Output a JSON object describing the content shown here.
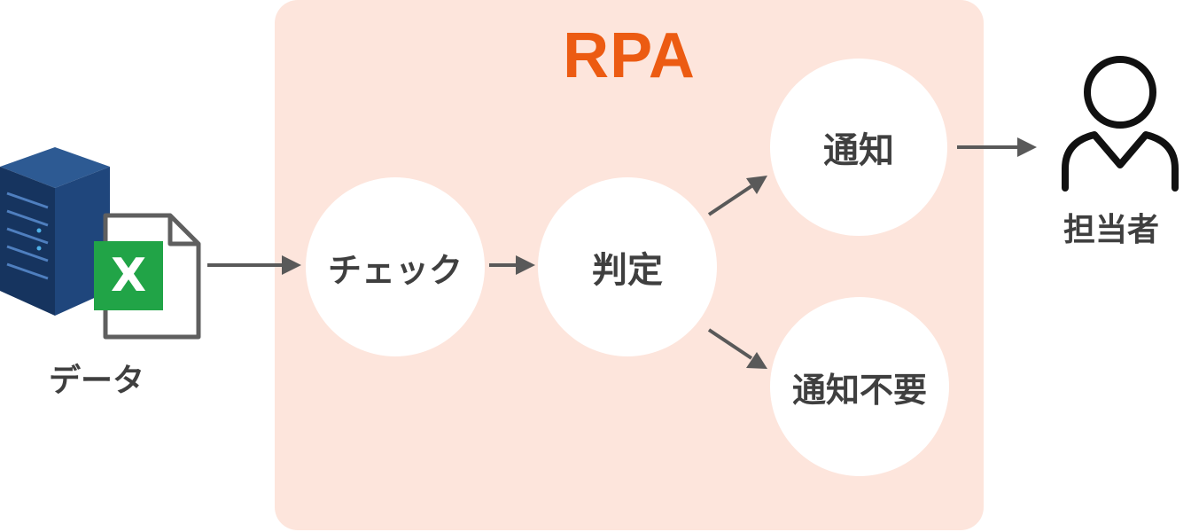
{
  "diagram": {
    "panel_title": "RPA",
    "nodes": {
      "check": "チェック",
      "judge": "判定",
      "notify": "通知",
      "no_notify": "通知不要"
    },
    "source": {
      "label": "データ",
      "excel_letter": "X"
    },
    "target": {
      "label": "担当者"
    },
    "colors": {
      "panel": "#fde5dc",
      "title": "#ec5b12",
      "arrow": "#595959",
      "server": "#1d3d6d",
      "excel_green": "#21a447"
    },
    "icons": [
      "server-icon",
      "excel-file-icon",
      "person-icon"
    ]
  }
}
